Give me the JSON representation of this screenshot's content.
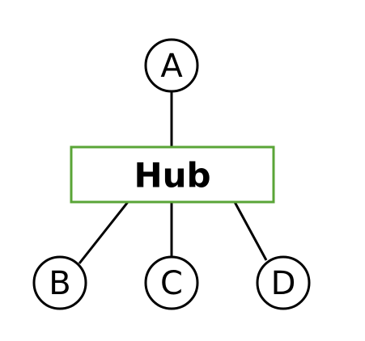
{
  "hub": {
    "label": "Hub",
    "border_color": "#5aa537"
  },
  "nodes": [
    {
      "id": "A",
      "label": "A"
    },
    {
      "id": "B",
      "label": "B"
    },
    {
      "id": "C",
      "label": "C"
    },
    {
      "id": "D",
      "label": "D"
    }
  ],
  "edges": [
    {
      "from": "A",
      "to": "Hub"
    },
    {
      "from": "Hub",
      "to": "B"
    },
    {
      "from": "Hub",
      "to": "C"
    },
    {
      "from": "Hub",
      "to": "D"
    }
  ]
}
